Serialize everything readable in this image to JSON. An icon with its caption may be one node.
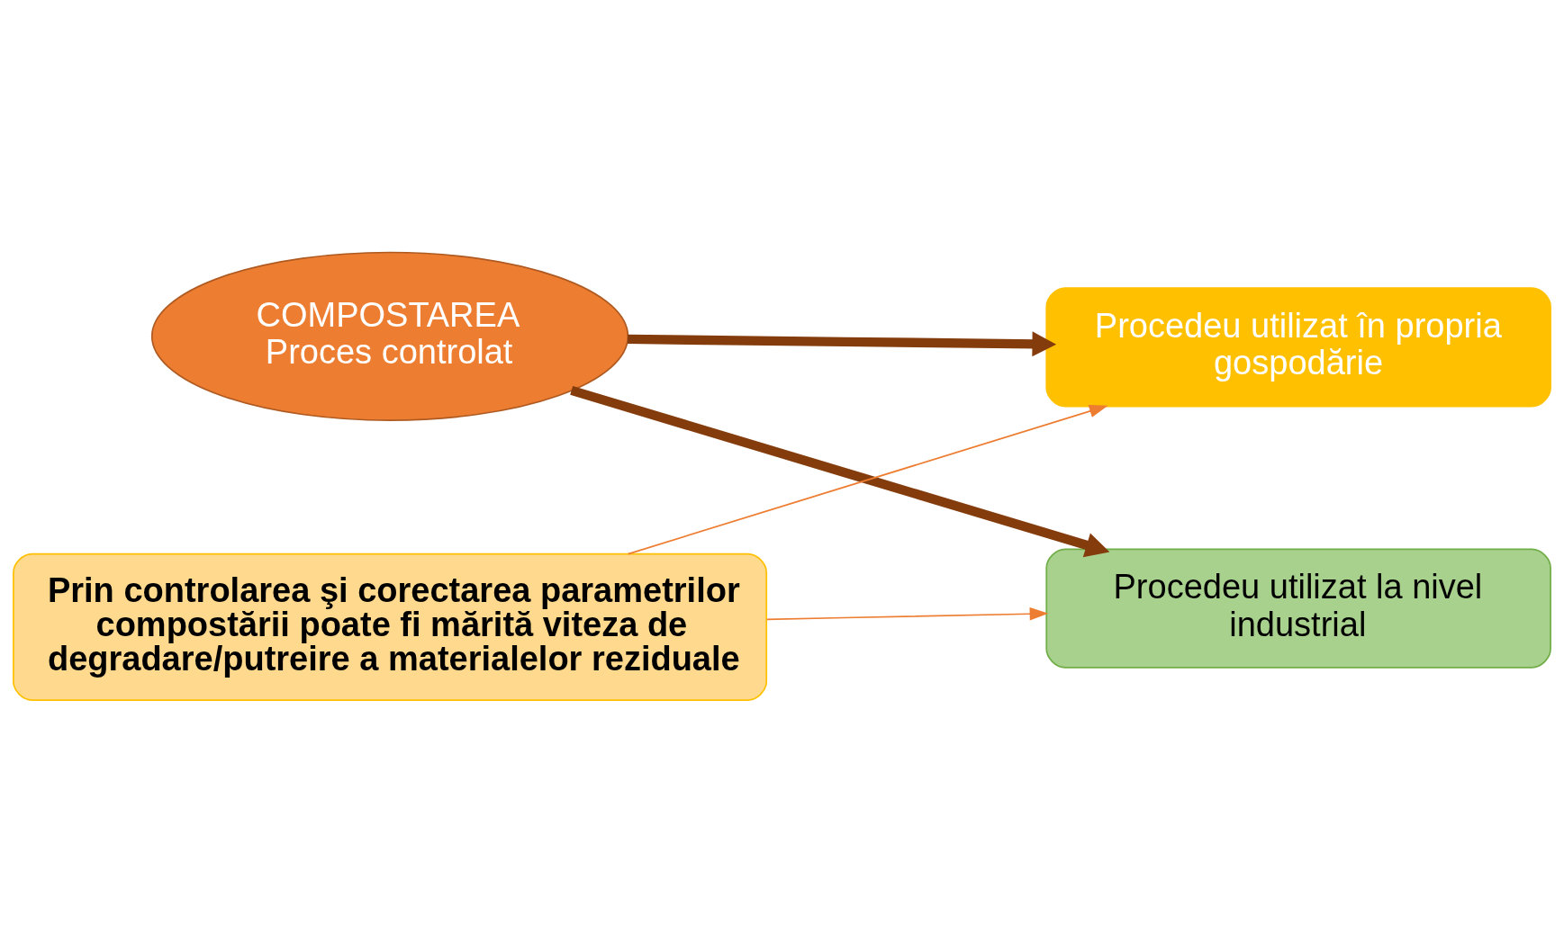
{
  "diagram": {
    "nodes": [
      {
        "text": [
          "COMPOSTAREA",
          "Proces controlat"
        ]
      },
      {
        "text": [
          "Procedeu utilizat în propria gospodărie"
        ]
      },
      {
        "text": [
          "Procedeu utilizat la nivel industrial"
        ]
      },
      {
        "text": [
          "Prin controlarea şi corectarea parametrilor compostării poate fi mărită viteza de degradare/putreire a materialelor reziduale"
        ]
      }
    ],
    "edges": [
      {
        "from": 0,
        "to": 1,
        "arrow": "to",
        "style": "thick",
        "color": "#843c0c"
      },
      {
        "from": 0,
        "to": 2,
        "arrow": "to",
        "style": "thick",
        "color": "#843c0c"
      },
      {
        "from": 3,
        "to": 1,
        "arrow": "to",
        "color": "#ed7d31"
      },
      {
        "from": 3,
        "to": 2,
        "arrow": "to",
        "color": "#ed7d31"
      }
    ]
  }
}
